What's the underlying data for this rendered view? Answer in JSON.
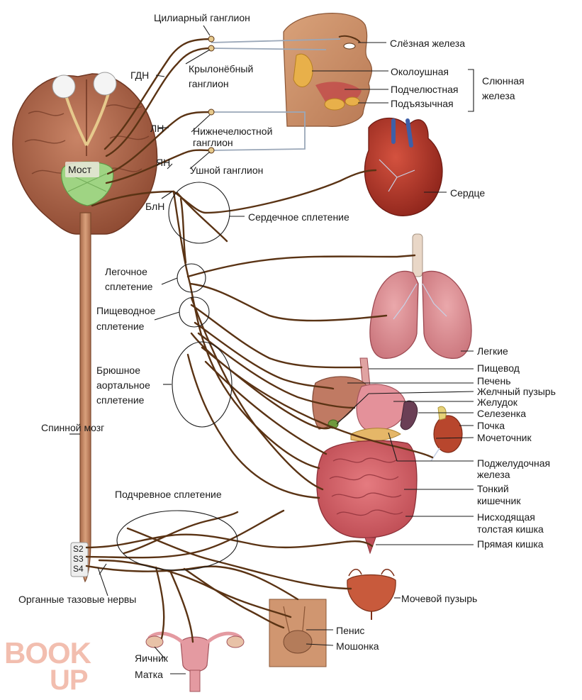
{
  "labels": {
    "ciliary": "Цилиарный ганглион",
    "gdn": "ГДН",
    "pterygo1": "Крылонёбный",
    "pterygo2": "ганглион",
    "ln": "ЛН",
    "mandib1": "Нижнечелюстной",
    "mandib2": "ганглион",
    "yan": "ЯН",
    "otic": "Ушной ганглион",
    "most": "Мост",
    "bln": "БлН",
    "lacrimal": "Слёзная железа",
    "parotid": "Околоушная",
    "submand": "Подчелюстная",
    "sublingual": "Подъязычная",
    "salivary1": "Слюнная",
    "salivary2": "железа",
    "heart": "Сердце",
    "cardiac": "Сердечное сплетение",
    "pulm1": "Легочное",
    "pulm2": "сплетение",
    "esoph1": "Пищеводное",
    "esoph2": "сплетение",
    "lungs": "Легкие",
    "esophagus": "Пищевод",
    "liver": "Печень",
    "gallbladder": "Желчный пузырь",
    "stomach": "Желудок",
    "spleen": "Селезенка",
    "kidney": "Почка",
    "ureter": "Мочеточник",
    "abd1": "Брюшное",
    "abd2": "аортальное",
    "abd3": "сплетение",
    "spinal": "Спинной мозг",
    "pancreas1": "Поджелудочная",
    "pancreas2": "железа",
    "smallint1": "Тонкий",
    "smallint2": "кишечник",
    "desc1": "Нисходящая",
    "desc2": "толстая кишка",
    "rectum": "Прямая кишка",
    "hypogastric": "Подчревное сплетение",
    "s2": "S2",
    "s3": "S3",
    "s4": "S4",
    "pelvic": "Органные тазовые нервы",
    "bladder": "Мочевой пузырь",
    "penis": "Пенис",
    "scrotum": "Мошонка",
    "ovary": "Яичник",
    "uterus": "Матка"
  },
  "logo": {
    "top": "BOOK",
    "bottom": "UP"
  },
  "colors": {
    "nerve": "#5a3314",
    "brain": "#b0684a",
    "pons": "#9fd483",
    "heart": "#b8392c",
    "lung": "#dc8f94",
    "intestine": "#d9636b",
    "liver": "#c07a63",
    "skin": "#e2a57c",
    "logo": "#f0b3a2"
  }
}
